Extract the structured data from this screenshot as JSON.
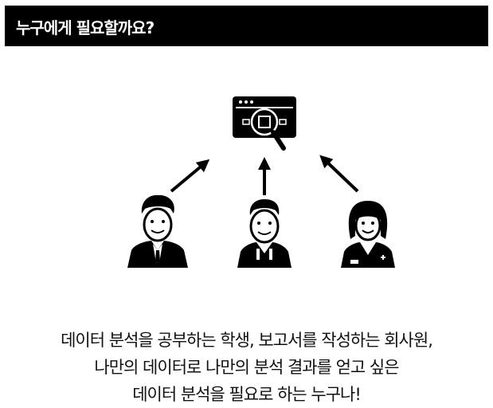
{
  "header": {
    "title": "누구에게 필요할까요?"
  },
  "illustration": {
    "icons": [
      "browser-search-icon",
      "businessman-icon",
      "student-icon",
      "doctor-icon"
    ],
    "color": "#000000"
  },
  "caption": {
    "line1": "데이터 분석을 공부하는 학생, 보고서를 작성하는 회사원,",
    "line2": "나만의 데이터로 나만의 분석 결과를 얻고 싶은",
    "line3": "데이터 분석을 필요로 하는 누구나!"
  }
}
